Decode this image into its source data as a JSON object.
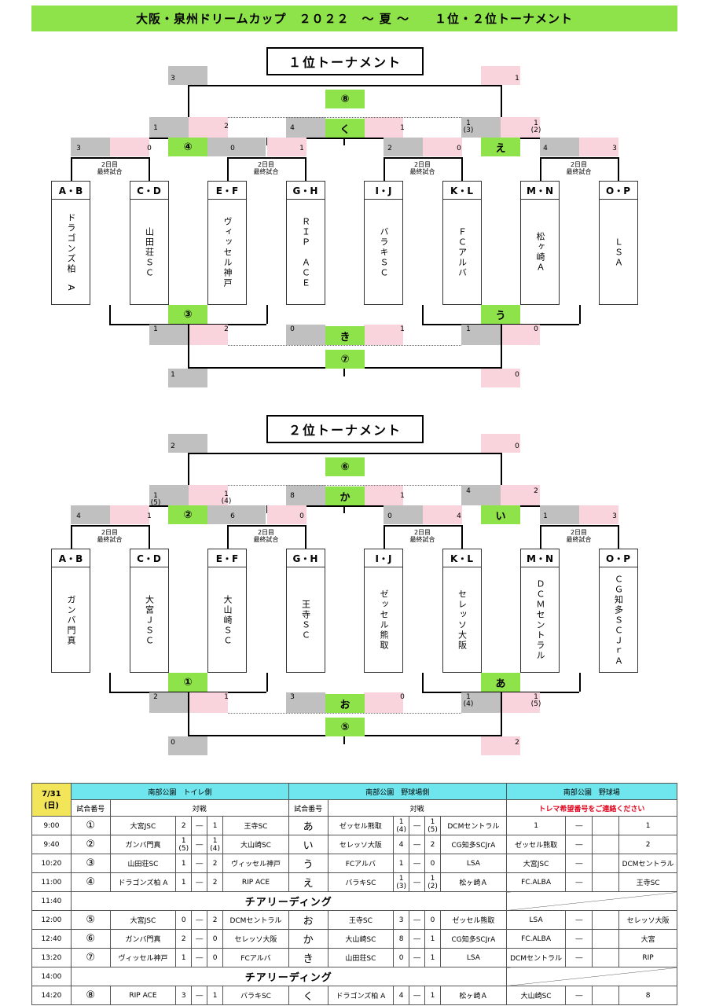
{
  "header": {
    "title": "大阪・泉州ドリームカップ　２０２２　～ 夏 ～　　１位・２位トーナメント"
  },
  "t1": {
    "title": "１位トーナメント",
    "final_note": "2日目\n最終試合",
    "teams": [
      {
        "code": "A・B",
        "name": "ドラゴンズ柏　A"
      },
      {
        "code": "C・D",
        "name": "山田荘ＳＣ"
      },
      {
        "code": "E・F",
        "name": "ヴィッセル神戸"
      },
      {
        "code": "G・H",
        "name": "ＲＩＰ　ＡＣＥ"
      },
      {
        "code": "I・J",
        "name": "バラキＳＣ"
      },
      {
        "code": "K・L",
        "name": "ＦＣアルバ"
      },
      {
        "code": "M・N",
        "name": "松ヶ崎Ａ"
      },
      {
        "code": "O・P",
        "name": "ＬＳＡ"
      }
    ],
    "labels": {
      "top": "⑧",
      "mid": "く",
      "l4": "④",
      "re": "え",
      "l3": "③",
      "lu": "う",
      "ki": "き",
      "l7": "⑦"
    },
    "scores": {
      "final_l": "3",
      "final_r": "1",
      "semi_l_l": "1",
      "semi_l_r": "2",
      "mid_l": "4",
      "mid_r": "1",
      "semi_r_l": "1\n(3)",
      "semi_r_r": "1\n(2)",
      "q1_l": "3",
      "q1_r": "0",
      "q2_l": "0",
      "q2_r": "1",
      "q3_l": "2",
      "q3_r": "0",
      "q4_l": "4",
      "q4_r": "3",
      "b_semi_l_l": "1",
      "b_semi_l_r": "2",
      "b_mid_l": "0",
      "b_mid_r": "1",
      "b_semi_r_l": "1",
      "b_semi_r_r": "0",
      "b_final_l": "1",
      "b_final_r": "0"
    }
  },
  "t2": {
    "title": "２位トーナメント",
    "final_note": "2日目\n最終試合",
    "teams": [
      {
        "code": "A・B",
        "name": "ガンバ門真"
      },
      {
        "code": "C・D",
        "name": "大宮ＪＳＣ"
      },
      {
        "code": "E・F",
        "name": "大山崎ＳＣ"
      },
      {
        "code": "G・H",
        "name": "王寺ＳＣ"
      },
      {
        "code": "I・J",
        "name": "ゼッセル熊取"
      },
      {
        "code": "K・L",
        "name": "セレッソ大阪"
      },
      {
        "code": "M・N",
        "name": "ＤＣＭセントラル"
      },
      {
        "code": "O・P",
        "name": "ＣＧ知多ＳＣＪｒＡ"
      }
    ],
    "labels": {
      "top": "⑥",
      "mid": "か",
      "l2": "②",
      "ri": "い",
      "l1": "①",
      "la": "あ",
      "o": "お",
      "l5": "⑤"
    },
    "scores": {
      "final_l": "2",
      "final_r": "0",
      "semi_l_l": "1\n(5)",
      "semi_l_r": "1\n(4)",
      "mid_l": "8",
      "mid_r": "1",
      "semi_r_l": "4",
      "semi_r_r": "2",
      "q1_l": "4",
      "q1_r": "1",
      "q2_l": "6",
      "q2_r": "0",
      "q3_l": "0",
      "q3_r": "4",
      "q4_l": "1",
      "q4_r": "3",
      "b_semi_l_l": "2",
      "b_semi_l_r": "1",
      "b_mid_l": "3",
      "b_mid_r": "0",
      "b_semi_r_l": "1\n(4)",
      "b_semi_r_r": "1\n(5)",
      "b_final_l": "0",
      "b_final_r": "2"
    }
  },
  "schedule": {
    "date": "7/31\n(日)",
    "venues": [
      "南部公園　トイレ側",
      "南部公園　野球場側",
      "南部公園　野球場"
    ],
    "sub_no": "試合番号",
    "sub_vs": "対戦",
    "notice": "トレマ希望番号をご連絡ください",
    "dash": "―",
    "cheer": "チアリーディング",
    "rows": [
      {
        "time": "9:00",
        "n1": "①",
        "a1": "大宮JSC",
        "s1a": "2",
        "s1b": "1",
        "b1": "王寺SC",
        "n2": "あ",
        "a2": "ゼッセル熊取",
        "s2a": "1\n(4)",
        "s2b": "1\n(5)",
        "b2": "DCMセントラル",
        "a3": "1",
        "b3": "1"
      },
      {
        "time": "9:40",
        "n1": "②",
        "a1": "ガンバ門真",
        "s1a": "1\n(5)",
        "s1b": "1\n(4)",
        "b1": "大山崎SC",
        "n2": "い",
        "a2": "セレッソ大阪",
        "s2a": "4",
        "s2b": "2",
        "b2": "CG知多SCJrA",
        "a3": "ゼッセル熊取",
        "b3": "2"
      },
      {
        "time": "10:20",
        "n1": "③",
        "a1": "山田荘SC",
        "s1a": "1",
        "s1b": "2",
        "b1": "ヴィッセル神戸",
        "n2": "う",
        "a2": "FCアルバ",
        "s2a": "1",
        "s2b": "0",
        "b2": "LSA",
        "a3": "大宮JSC",
        "b3": "DCMセントラル"
      },
      {
        "time": "11:00",
        "n1": "④",
        "a1": "ドラゴンズ柏 A",
        "s1a": "1",
        "s1b": "2",
        "b1": "RIP ACE",
        "n2": "え",
        "a2": "バラキSC",
        "s2a": "1\n(3)",
        "s2b": "1\n(2)",
        "b2": "松ヶ崎Ａ",
        "a3": "FC.ALBA",
        "b3": "王寺SC"
      },
      {
        "time": "11:40",
        "cheer": true
      },
      {
        "time": "12:00",
        "n1": "⑤",
        "a1": "大宮JSC",
        "s1a": "0",
        "s1b": "2",
        "b1": "DCMセントラル",
        "n2": "お",
        "a2": "王寺SC",
        "s2a": "3",
        "s2b": "0",
        "b2": "ゼッセル熊取",
        "a3": "LSA",
        "b3": "セレッソ大阪"
      },
      {
        "time": "12:40",
        "n1": "⑥",
        "a1": "ガンバ門真",
        "s1a": "2",
        "s1b": "0",
        "b1": "セレッソ大阪",
        "n2": "か",
        "a2": "大山崎SC",
        "s2a": "8",
        "s2b": "1",
        "b2": "CG知多SCJrA",
        "a3": "FC.ALBA",
        "b3": "大宮"
      },
      {
        "time": "13:20",
        "n1": "⑦",
        "a1": "ヴィッセル神戸",
        "s1a": "1",
        "s1b": "0",
        "b1": "FCアルバ",
        "n2": "き",
        "a2": "山田荘SC",
        "s2a": "0",
        "s2b": "1",
        "b2": "LSA",
        "a3": "DCMセントラル",
        "b3": "RIP"
      },
      {
        "time": "14:00",
        "cheer": true
      },
      {
        "time": "14:20",
        "n1": "⑧",
        "a1": "RIP ACE",
        "s1a": "3",
        "s1b": "1",
        "b1": "バラキSC",
        "n2": "く",
        "a2": "ドラゴンズ柏 A",
        "s2a": "4",
        "s2b": "1",
        "b2": "松ヶ崎Ａ",
        "a3": "大山崎SC",
        "b3": "8"
      }
    ]
  }
}
